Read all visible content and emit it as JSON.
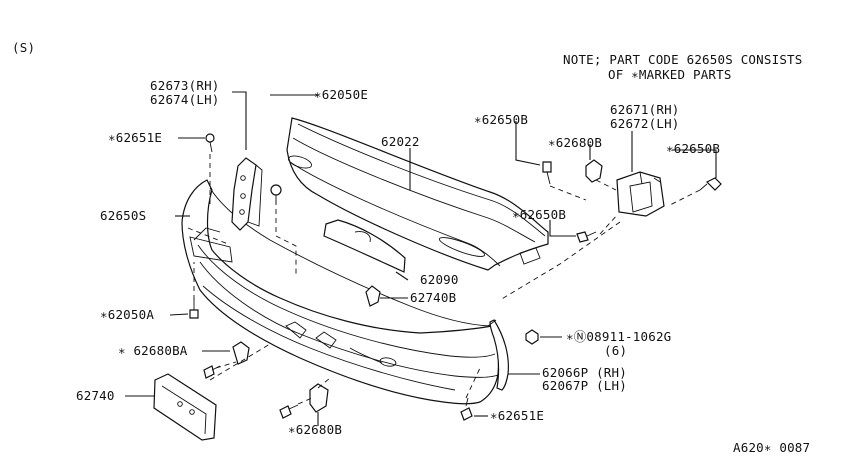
{
  "diagram": {
    "section_code": "(S)",
    "note_line1": "NOTE; PART CODE 62650S CONSISTS",
    "note_line2": "OF ∗MARKED PARTS",
    "figure_ref": "A620∗ 0087",
    "labels": {
      "p62673": "62673(RH)",
      "p62674": "62674(LH)",
      "p62050e": "∗62050E",
      "p62651e_top": "∗62651E",
      "p62022": "62022",
      "p62650b_top": "∗62650B",
      "p62680b_top": "∗62680B",
      "p62671": "62671(RH)",
      "p62672": "62672(LH)",
      "p62650b_right": "∗62650B",
      "p62650s": "62650S",
      "p62650b_mid": "∗62650B",
      "p62090": "62090",
      "p62740b": "62740B",
      "p62050a": "∗62050A",
      "p08911": "∗Ⓝ08911-1062G",
      "p08911_qty": "(6)",
      "p62680ba": "∗ 62680BA",
      "p62066p": "62066P (RH)",
      "p62067p": "62067P (LH)",
      "p62740": "62740",
      "p62651e_bottom": "∗62651E",
      "p62680b_bottom": "∗62680B"
    }
  }
}
